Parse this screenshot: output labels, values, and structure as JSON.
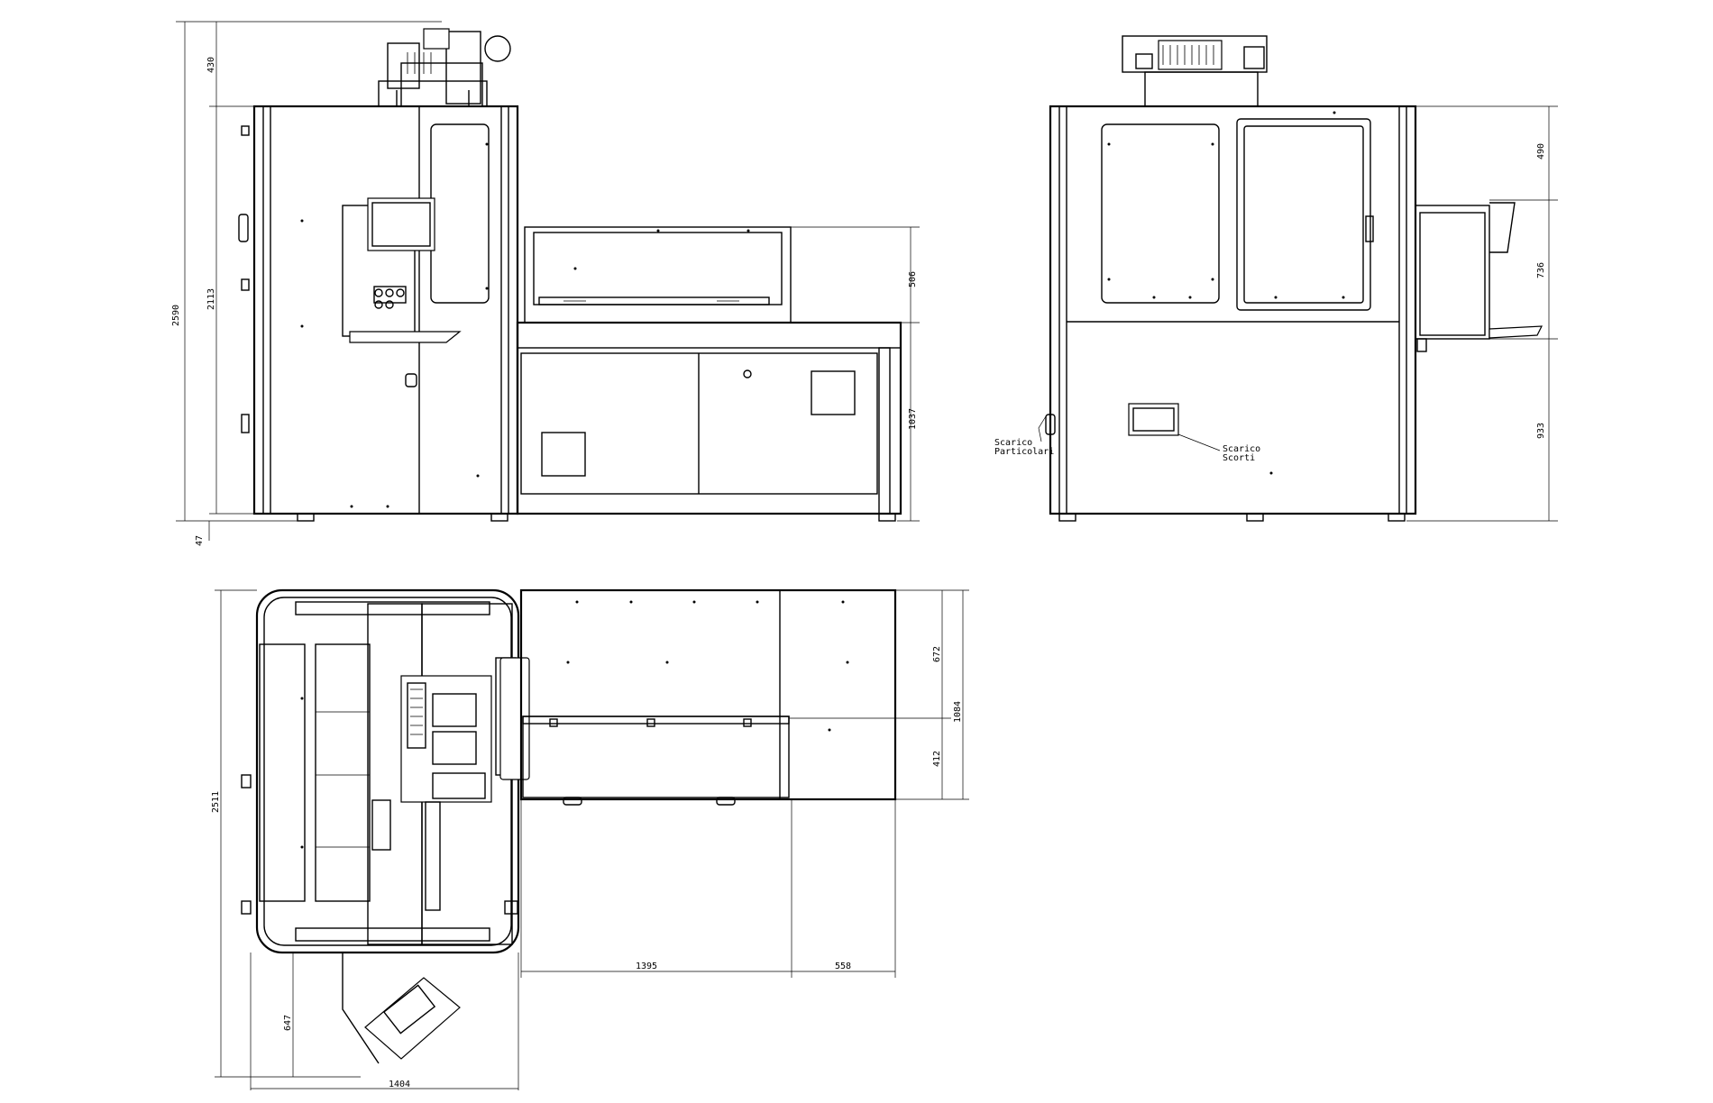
{
  "dimensions": {
    "front_total_height": "2590",
    "front_top_unit": "430",
    "front_body": "2113",
    "front_feet": "47",
    "front_hood": "506",
    "front_table": "1037",
    "side_top": "490",
    "side_middle": "736",
    "side_bottom": "933",
    "plan_depth": "2511",
    "plan_width": "1404",
    "plan_console": "647",
    "plan_table_len": "1395",
    "plan_table_end": "558",
    "plan_upper": "672",
    "plan_lower": "412",
    "plan_total": "1084"
  },
  "labels": {
    "scarico_particolari_1": "Scarico",
    "scarico_particolari_2": "Particolari",
    "scarico_scorti_1": "Scarico",
    "scarico_scorti_2": "Scorti"
  }
}
